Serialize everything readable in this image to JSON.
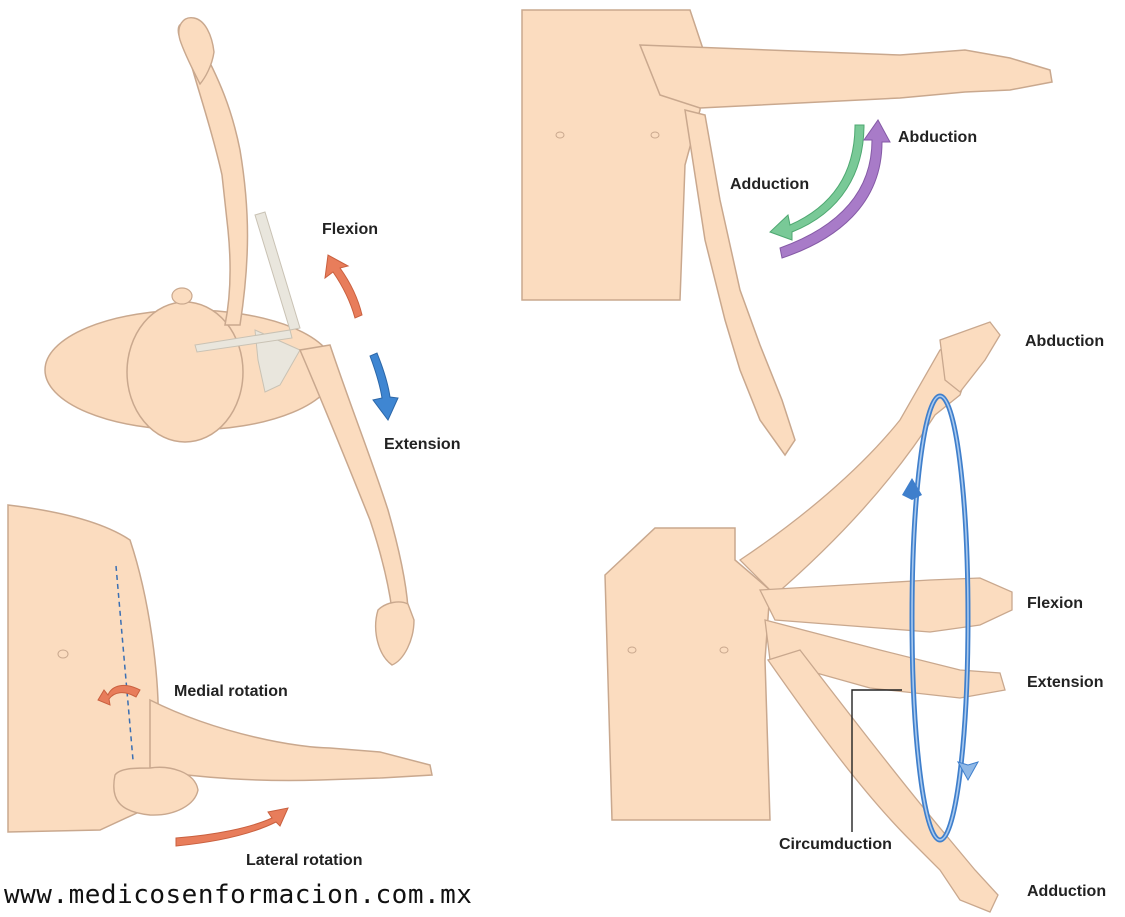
{
  "colors": {
    "skin": "#fbdcbf",
    "skin_outline": "#c9a88e",
    "bone": "#e9e6dd",
    "flexion_arrow": "#e87d5b",
    "extension_arrow": "#3f86d2",
    "adduction_arrow": "#79c997",
    "abduction_arrow": "#a87bc8",
    "rotation_arrow": "#e87d5b",
    "circumduction_ring": "#3f7fcc"
  },
  "panels": {
    "flexion_extension": {
      "flexion_label": "Flexion",
      "extension_label": "Extension"
    },
    "abduction_adduction": {
      "abduction_label": "Abduction",
      "adduction_label": "Adduction"
    },
    "rotation": {
      "medial_label": "Medial rotation",
      "lateral_label": "Lateral rotation"
    },
    "circumduction": {
      "abduction_label": "Abduction",
      "flexion_label": "Flexion",
      "extension_label": "Extension",
      "circumduction_label": "Circumduction",
      "adduction_label": "Adduction"
    }
  },
  "watermark": "www.medicosenformacion.com.mx"
}
